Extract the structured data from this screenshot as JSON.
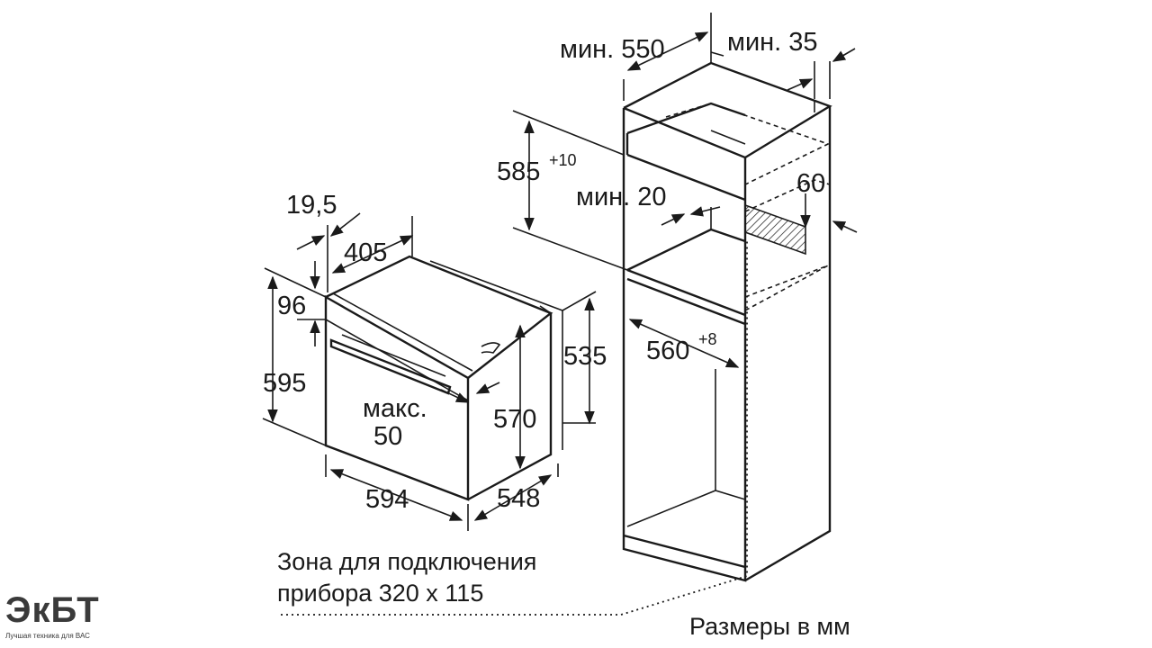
{
  "labels": {
    "min_550": "мин. 550",
    "min_35": "мин. 35",
    "d585": "585",
    "d585_tol": "+10",
    "min_20": "мин. 20",
    "d60": "60",
    "d19_5": "19,5",
    "d405": "405",
    "d96": "96",
    "d595": "595",
    "d535": "535",
    "d560": "560",
    "d560_tol": "+8",
    "max_word": "макс.",
    "max_val": "50",
    "d570": "570",
    "d594": "594",
    "d548": "548",
    "zone_line1": "Зона для подключения",
    "zone_line2": "прибора 320 х 115",
    "units_note": "Размеры в мм"
  },
  "logo": {
    "mark": "ЭкБТ",
    "tagline": "Лучшая техника для ВАС"
  }
}
